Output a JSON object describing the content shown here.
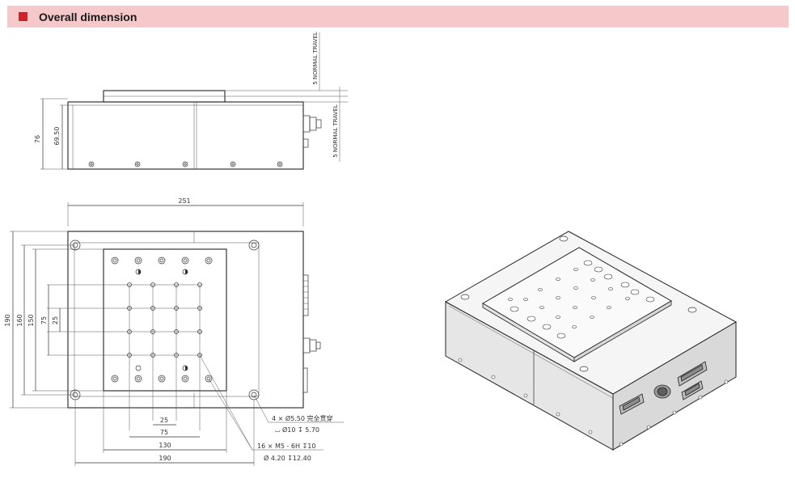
{
  "header": {
    "title": "Overall dimension"
  },
  "side_view": {
    "height_total": "76",
    "height_body": "69.50",
    "travel_top": "5 NORMAL TRAVEL",
    "travel_bottom": "5 NORMAL TRAVEL"
  },
  "top_view": {
    "width_overall": "251",
    "h_190": "190",
    "h_160": "160",
    "h_150": "150",
    "h_75": "75",
    "h_25": "25",
    "w_25": "25",
    "w_75": "75",
    "w_130": "130",
    "w_190": "190",
    "note1_line1": "4 × Ø5.50 完全贯穿",
    "note1_line2": "⌴ Ø10 ↧ 5.70",
    "note2_line1": "16 × M5 - 6H ↧10",
    "note2_line2": "Ø 4.20 ↧12.40"
  },
  "colors": {
    "header_bg": "#f5c8c9",
    "accent": "#d51e26"
  }
}
